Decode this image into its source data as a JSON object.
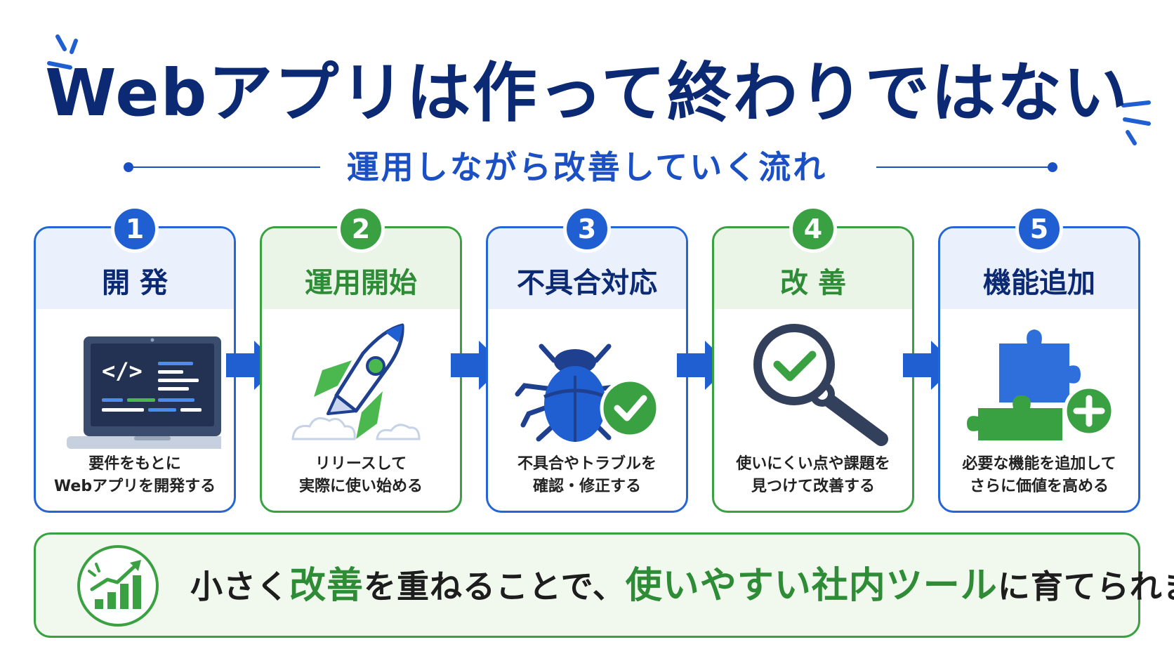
{
  "title": "Webアプリは作って終わりではない",
  "subtitle": "運用しながら改善していく流れ",
  "steps": [
    {
      "num": "1",
      "title": "開 発",
      "desc1": "要件をもとに",
      "desc2": "Webアプリを開発する",
      "icon": "laptop-code-icon",
      "color": "blue"
    },
    {
      "num": "2",
      "title": "運用開始",
      "desc1": "リリースして",
      "desc2": "実際に使い始める",
      "icon": "rocket-icon",
      "color": "green"
    },
    {
      "num": "3",
      "title": "不具合対応",
      "desc1": "不具合やトラブルを",
      "desc2": "確認・修正する",
      "icon": "bug-check-icon",
      "color": "blue"
    },
    {
      "num": "4",
      "title": "改 善",
      "desc1": "使いにくい点や課題を",
      "desc2": "見つけて改善する",
      "icon": "magnifier-wrench-icon",
      "color": "green"
    },
    {
      "num": "5",
      "title": "機能追加",
      "desc1": "必要な機能を追加して",
      "desc2": "さらに価値を高める",
      "icon": "puzzle-plus-icon",
      "color": "blue"
    }
  ],
  "bottom": {
    "part1": "小さく",
    "part2": "改善",
    "part3": "を重ねることで、",
    "part4": "使いやすい社内ツール",
    "part5": "に育てられます",
    "icon": "growth-chart-icon"
  },
  "colors": {
    "navy": "#0b2a73",
    "blue": "#1f5fd1",
    "green": "#3aa142"
  }
}
